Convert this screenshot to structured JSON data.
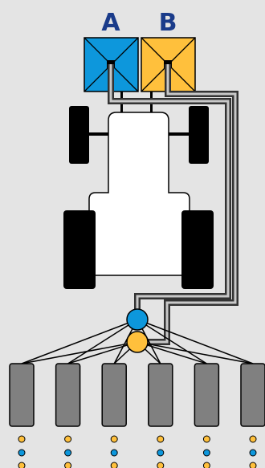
{
  "hoppers": [
    {
      "label": "A",
      "color": "#0d97dc"
    },
    {
      "label": "B",
      "color": "#ffc03c"
    }
  ],
  "colors": {
    "background": "#e4e4e4",
    "label_text": "#1a3b8a",
    "hose_outer": "#333333",
    "hose_inner": "#c8c8c8",
    "tractor_body": "#ffffff",
    "tires": "#000000",
    "row_unit": "#808080",
    "blue_seed": "#0d97dc",
    "yellow_seed": "#ffc03c"
  },
  "row_units_count": 6,
  "seed_pattern": [
    "yellow",
    "blue",
    "yellow"
  ],
  "icons": [
    "hopper-x-icon",
    "tractor-icon",
    "distribution-head-icon",
    "row-unit-icon",
    "seed-dot-icon"
  ]
}
